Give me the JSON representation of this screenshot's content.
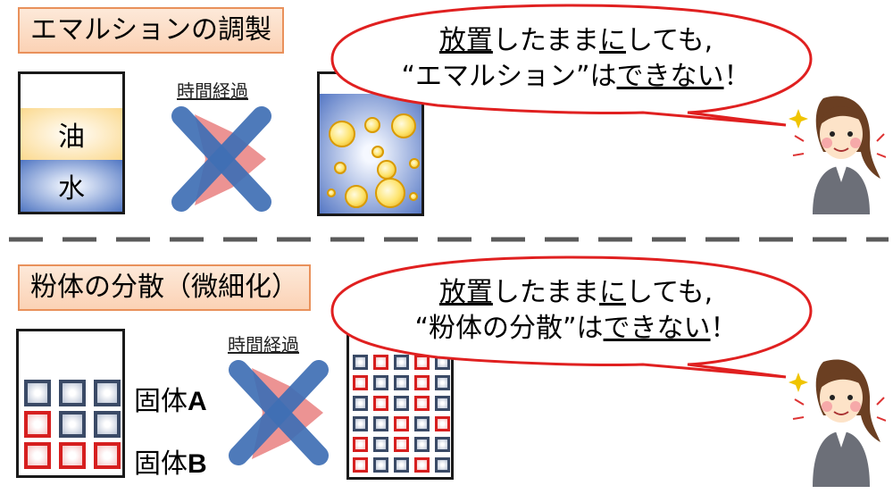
{
  "top": {
    "title": "エマルションの調製",
    "time_label": "時間経過",
    "oil_label": "油",
    "water_label": "水",
    "speech_line1_u1": "放置",
    "speech_line1_mid": "したまま",
    "speech_line1_u2": "に",
    "speech_line1_end": "しても,",
    "speech_line2_a": "“エマルション”は",
    "speech_line2_u": "できない",
    "speech_line2_end": "！"
  },
  "bottom": {
    "title": "粉体の分散（微細化）",
    "time_label": "時間経過",
    "solid_a_kanji": "固体",
    "solid_a_letter": "A",
    "solid_b_kanji": "固体",
    "solid_b_letter": "B",
    "speech_line1_u1": "放置",
    "speech_line1_mid": "したまま",
    "speech_line1_u2": "に",
    "speech_line1_end": "しても,",
    "speech_line2_a": "“粉体の分散”は",
    "speech_line2_u": "できない",
    "speech_line2_end": "！"
  },
  "colors": {
    "title_fill": "#fbd2b5",
    "title_border": "#e9915b",
    "bubble_border": "#e02020",
    "cross_blue": "#3f6fb5",
    "arrow_pink": "#e98080",
    "divider": "#5a5a5a",
    "solid_a_border": "#3a4a66",
    "solid_b_border": "#d61f1f"
  },
  "icons": [
    "cross-icon",
    "arrow-icon",
    "woman-icon",
    "sparkle-icon"
  ]
}
